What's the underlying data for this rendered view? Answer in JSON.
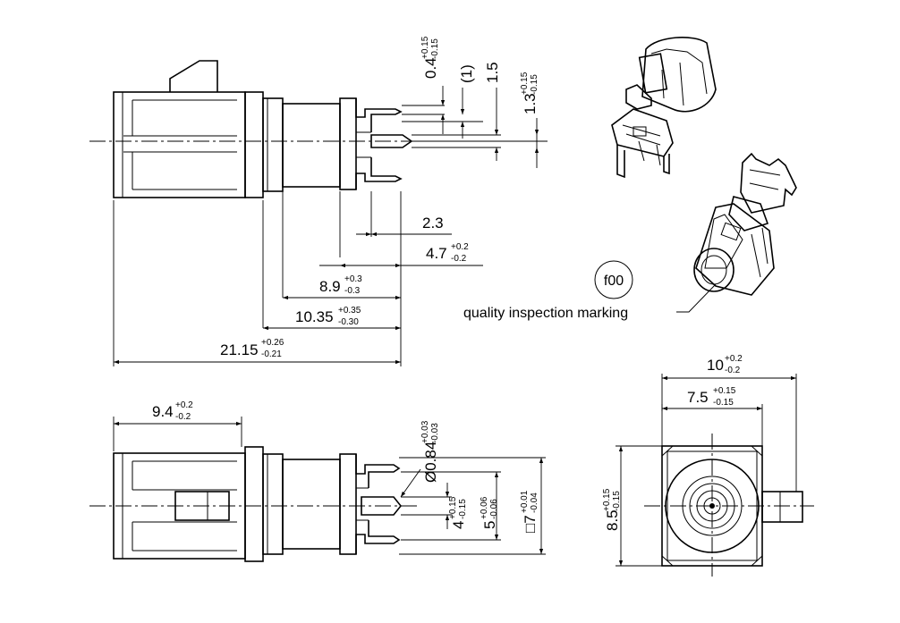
{
  "side_view": {
    "dims": {
      "d_04": {
        "base": "0.4",
        "tol_up": "+0.15",
        "tol_dn": "-0.15"
      },
      "d_1": {
        "base": "(1)"
      },
      "d_15": {
        "base": "1.5"
      },
      "d_13": {
        "base": "1.3",
        "tol_up": "+0.15",
        "tol_dn": "-0.15"
      },
      "d_23": {
        "base": "2.3"
      },
      "d_47": {
        "base": "4.7",
        "tol_up": "+0.2",
        "tol_dn": "-0.2"
      },
      "d_89": {
        "base": "8.9",
        "tol_up": "+0.3",
        "tol_dn": "-0.3"
      },
      "d_1035": {
        "base": "10.35",
        "tol_up": "+0.35",
        "tol_dn": "-0.30"
      },
      "d_2115": {
        "base": "21.15",
        "tol_up": "+0.26",
        "tol_dn": "-0.21"
      }
    }
  },
  "iso_view": {
    "marker": "f00",
    "caption": "quality inspection marking"
  },
  "bottom_view": {
    "dims": {
      "d_94": {
        "base": "9.4",
        "tol_up": "+0.2",
        "tol_dn": "-0.2"
      },
      "d_084": {
        "base": "Ø0.84",
        "tol_up": "+0.03",
        "tol_dn": "-0.03"
      },
      "d_4": {
        "base": "4",
        "tol_up": "+0.15",
        "tol_dn": "-0.15"
      },
      "d_5": {
        "base": "5",
        "tol_up": "+0.06",
        "tol_dn": "-0.06"
      },
      "d_7": {
        "base": "□7",
        "tol_up": "+0.01",
        "tol_dn": "-0.04"
      }
    }
  },
  "front_view": {
    "dims": {
      "d_10": {
        "base": "10",
        "tol_up": "+0.2",
        "tol_dn": "-0.2"
      },
      "d_75": {
        "base": "7.5",
        "tol_up": "+0.15",
        "tol_dn": "-0.15"
      },
      "d_85": {
        "base": "8.5",
        "tol_up": "+0.15",
        "tol_dn": "-0.15"
      }
    }
  }
}
